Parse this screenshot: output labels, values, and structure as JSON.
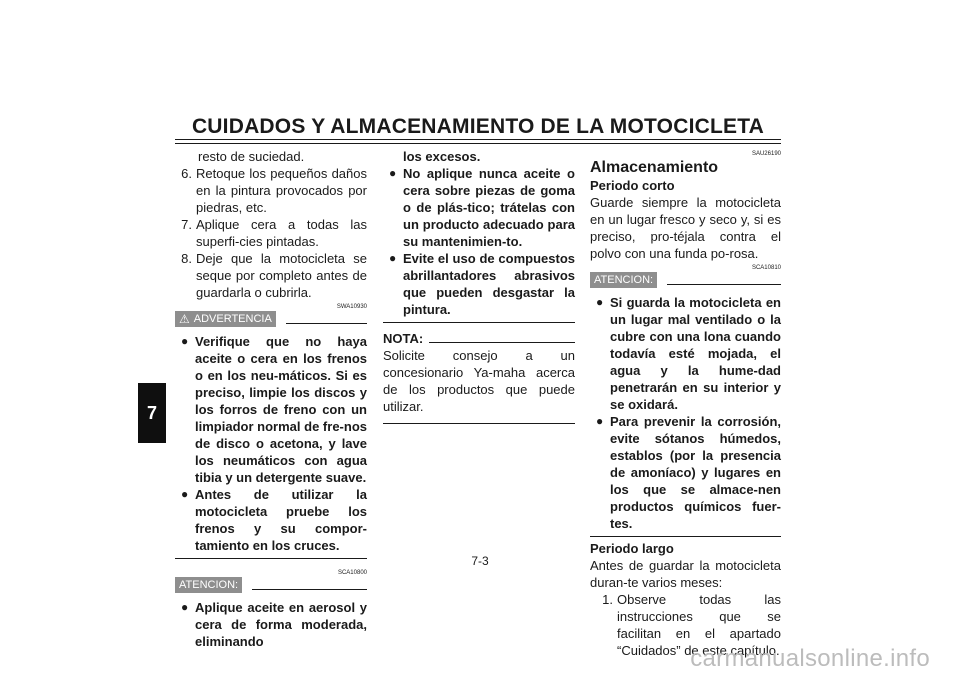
{
  "header": {
    "title": "CUIDADOS Y ALMACENAMIENTO DE LA MOTOCICLETA"
  },
  "chapter_tab": "7",
  "col1": {
    "intro": "resto de suciedad.",
    "steps": [
      {
        "num": "6.",
        "text": "Retoque los pequeños daños en la pintura provocados por piedras, etc."
      },
      {
        "num": "7.",
        "text": "Aplique cera a todas las superfi-cies pintadas."
      },
      {
        "num": "8.",
        "text": "Deje que la motocicleta se seque por completo antes de guardarla o cubrirla."
      }
    ],
    "warning_code": "SWA10930",
    "warning_label": "ADVERTENCIA",
    "warning_items": [
      "Verifique que no haya aceite o cera en los frenos o en los neu-máticos. Si es preciso, limpie los discos y los forros de freno con un limpiador normal de fre-nos de disco o acetona, y lave los neumáticos con agua tibia y un detergente suave.",
      "Antes de utilizar la motocicleta pruebe los frenos y su compor-tamiento en los cruces."
    ],
    "caution_code": "SCA10800",
    "caution_label": "ATENCION:",
    "caution_item_start": "Aplique aceite en aerosol y cera de forma moderada, eliminando"
  },
  "col2": {
    "caution_item_end": "los excesos.",
    "caution_items": [
      "No aplique nunca aceite o cera sobre piezas de goma o de plás-tico; trátelas con un producto adecuado para su mantenimien-to.",
      "Evite el uso de compuestos abrillantadores abrasivos que pueden desgastar la pintura."
    ],
    "note_label": "NOTA:",
    "note_text": "Solicite consejo a un concesionario Ya-maha acerca de los productos que puede utilizar."
  },
  "col3": {
    "section_code": "SAU26190",
    "section_title": "Almacenamiento",
    "short_title": "Periodo corto",
    "short_text": "Guarde siempre la motocicleta en un lugar fresco y seco y, si es preciso, pro-téjala contra el polvo con una funda po-rosa.",
    "caution_code": "SCA10810",
    "caution_label": "ATENCION:",
    "caution_items": [
      "Si guarda la motocicleta en un lugar mal ventilado o la cubre con una lona cuando todavía esté mojada, el agua y la hume-dad penetrarán en su interior y se oxidará.",
      "Para prevenir la corrosión, evite sótanos húmedos, establos (por la presencia de amoníaco) y lugares en los que se almace-nen productos químicos fuer-tes."
    ],
    "long_title": "Periodo largo",
    "long_text": "Antes de guardar la motocicleta duran-te varios meses:",
    "long_steps": [
      {
        "num": "1.",
        "text": "Observe todas las instrucciones que se facilitan en el apartado “Cuidados” de este capítulo."
      }
    ]
  },
  "footer": {
    "page_number": "7-3"
  },
  "watermark": "carmanualsonline.info"
}
